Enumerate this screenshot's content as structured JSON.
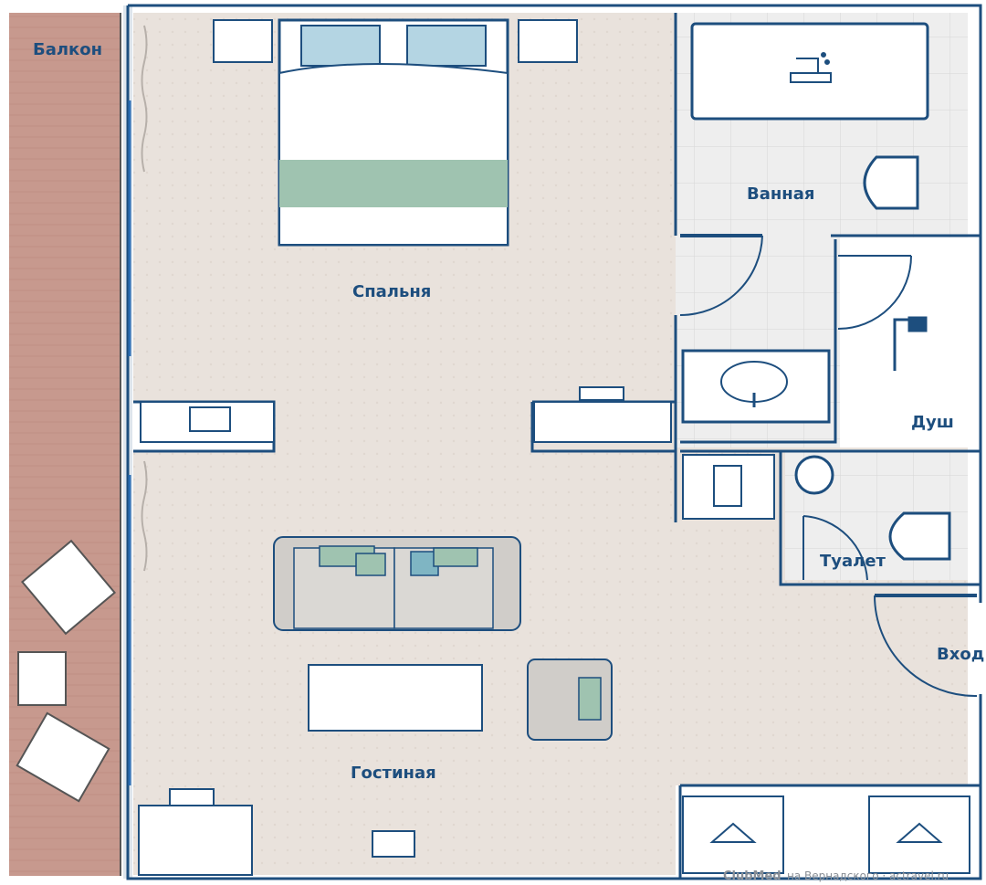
{
  "rooms": {
    "balcony": "Балкон",
    "bedroom": "Спальня",
    "bathroom": "Ванная",
    "shower": "Душ",
    "toilet": "Туалет",
    "entrance": "Вход",
    "living_room": "Гостиная"
  },
  "watermark": {
    "brand": "ClubMed",
    "text": "на Вернадского · actravel.ru"
  },
  "colors": {
    "wall": "#1d4e7e",
    "floor": "#e9e1db",
    "balcony": "#c89b90",
    "tile": "#eeeeee",
    "accent_green": "#9fc3b0",
    "accent_blue": "#b4d5e3"
  },
  "icons": [
    "bathtub-icon",
    "shower-icon",
    "sink-icon",
    "toilet-icon",
    "tv-icon",
    "fridge-icon",
    "hanger-icon",
    "laptop-icon"
  ]
}
